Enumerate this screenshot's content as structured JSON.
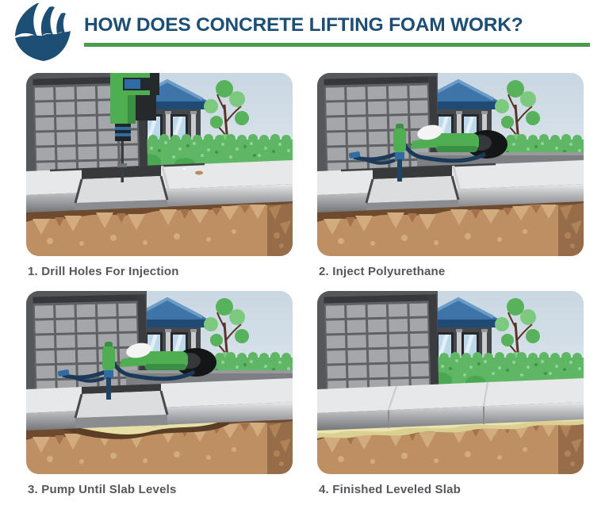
{
  "header": {
    "title": "HOW DOES CONCRETE LIFTING FOAM WORK?",
    "logo": "wave-circle-logo"
  },
  "panels": [
    {
      "step": 1,
      "stage": "drill-holes",
      "caption": "1. Drill Holes For Injection"
    },
    {
      "step": 2,
      "stage": "inject-foam",
      "caption": "2. Inject Polyurethane"
    },
    {
      "step": 3,
      "stage": "pump-to-level",
      "caption": "3. Pump Until Slab Levels"
    },
    {
      "step": 4,
      "stage": "finished",
      "caption": "4. Finished Leveled Slab"
    }
  ],
  "colors": {
    "title_blue": "#1d4e74",
    "underline_green": "#4a9b50",
    "caption_gray": "#55565a",
    "sky": "#c9d7e2",
    "grass_green": "#5fb665",
    "concrete_gray": "#e7e8e9",
    "soil_tan": "#bd8f63",
    "soil_dark": "#6e4b2f",
    "foam_yellow": "#e7dfa8",
    "machine_green": "#4fae52",
    "hose_navy": "#1b3a58",
    "roof_blue": "#3f74a8"
  }
}
